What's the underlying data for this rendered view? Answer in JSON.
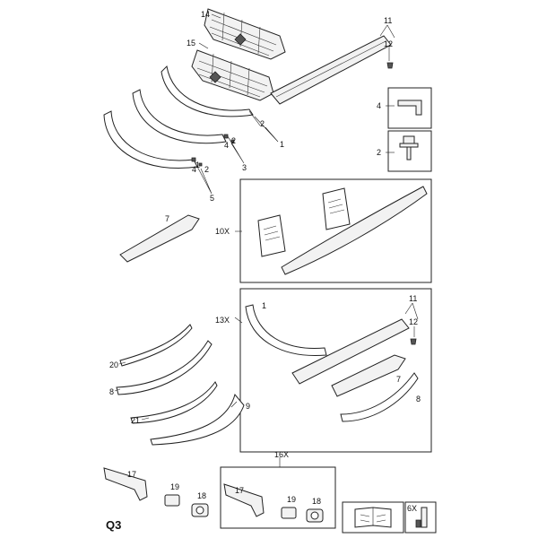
{
  "diagram": {
    "page_label": "Q3",
    "callouts": {
      "n1": "1",
      "n2": "2",
      "n3": "3",
      "n4": "4",
      "n5": "5",
      "n7": "7",
      "n8": "8",
      "n9": "9",
      "n11": "11",
      "n12": "12",
      "n14": "14",
      "n15": "15",
      "n17": "17",
      "n18": "18",
      "n19": "19",
      "n20": "20",
      "n21": "21"
    },
    "kits": {
      "spoiler_kit": "10X",
      "bodykit": "13X",
      "handle_kit": "16X",
      "book_kit": "6X"
    }
  }
}
